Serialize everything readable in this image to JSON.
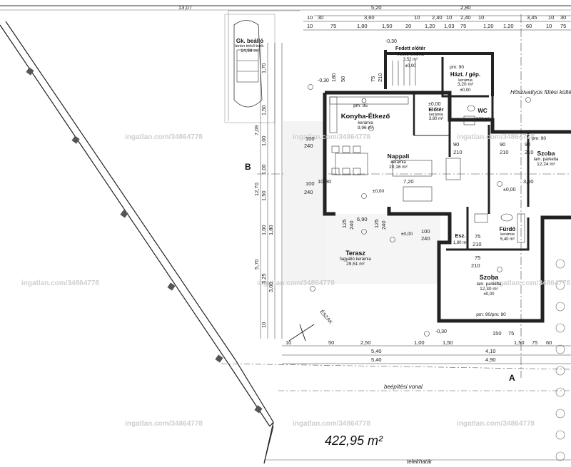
{
  "rooms": {
    "garage": {
      "name": "Gk. beálló",
      "material": "beton térkő burk.",
      "area": "14,98 m²"
    },
    "porch": {
      "name": "Fedett előtér",
      "area": "3,52 m²",
      "material": "mosott kerámia",
      "level": "±0,00"
    },
    "utility": {
      "name": "Házt. / gép.",
      "material": "kerámia",
      "area": "3,20 m²",
      "level": "±0,00",
      "pm": "pm: 90"
    },
    "kitchen": {
      "name": "Konyha-Étkező",
      "material": "kerámia",
      "area": "9,96 m²",
      "pm": "pm: 95"
    },
    "hall": {
      "name": "Előtér",
      "material": "kerámia",
      "area": "3,80 m²"
    },
    "wc": {
      "name": "WC",
      "area": "1,50 m²"
    },
    "living": {
      "name": "Nappali",
      "material": "kerámia",
      "area": "20,16 m²"
    },
    "bedroom1": {
      "name": "Szoba",
      "material": "lam. parketta",
      "area": "12,24 m²",
      "pm": "pm: 90"
    },
    "bath": {
      "name": "Fürdő",
      "material": "kerámia",
      "area": "5,40 m²"
    },
    "corridor": {
      "name": "Esz.",
      "area": "1,80 m²"
    },
    "terrace": {
      "name": "Terasz",
      "material": "fagyálló kerámia",
      "area": "29,51 m²"
    },
    "bedroom2": {
      "name": "Szoba",
      "material": "lam. parketta",
      "area": "12,30 m²",
      "level": "±0,00",
      "pm": "pm: 90/pm: 90"
    }
  },
  "levels": {
    "zero": "±0,00",
    "minus30": "-0,30",
    "pm95": "pm: 95"
  },
  "labels": {
    "axis_b": "B",
    "axis_a": "A",
    "north": "ÉSZAK",
    "building_line": "beépítési vonal",
    "plot_line": "telekhatár",
    "plot_area": "422,95 m²",
    "heatpump": "Hőszivattyús fűtési kültéri egysége"
  },
  "dims_top_1": [
    "10",
    "30",
    "3,60",
    "10",
    "2,40",
    "10",
    "2,40",
    "10",
    "3,45",
    "10",
    "30"
  ],
  "dims_top_2": [
    "10",
    "75",
    "1,80",
    "1,50",
    "20",
    "1,20",
    "1,03",
    "75",
    "1,20",
    "1,20",
    "60",
    "10",
    "75"
  ],
  "dims_top_total": [
    "5,20",
    "2,80",
    "13,07"
  ],
  "dims_left": [
    "1,70",
    "1,50",
    "7,09",
    "1,00",
    "1,00",
    "12,70",
    "1,50",
    "1,00",
    "1,80",
    "5,70",
    "3,25",
    "3,00",
    "10"
  ],
  "dims_bottom": [
    "10",
    "50",
    "2,50",
    "1,00",
    "1,50",
    "4,10",
    "1,50",
    "75",
    "60",
    "5,40",
    "4,90",
    "5,40"
  ],
  "inner_dims": [
    "100",
    "240",
    "100",
    "240",
    "125",
    "240",
    "125",
    "240",
    "100",
    "240",
    "90",
    "210",
    "75",
    "210",
    "75",
    "210",
    "90",
    "210",
    "90",
    "210",
    "180",
    "50",
    "75",
    "210",
    "150",
    "75",
    "6,90",
    "7,20",
    "10",
    "30",
    "3,60"
  ],
  "watermark": "ingatlan.com/34864778"
}
